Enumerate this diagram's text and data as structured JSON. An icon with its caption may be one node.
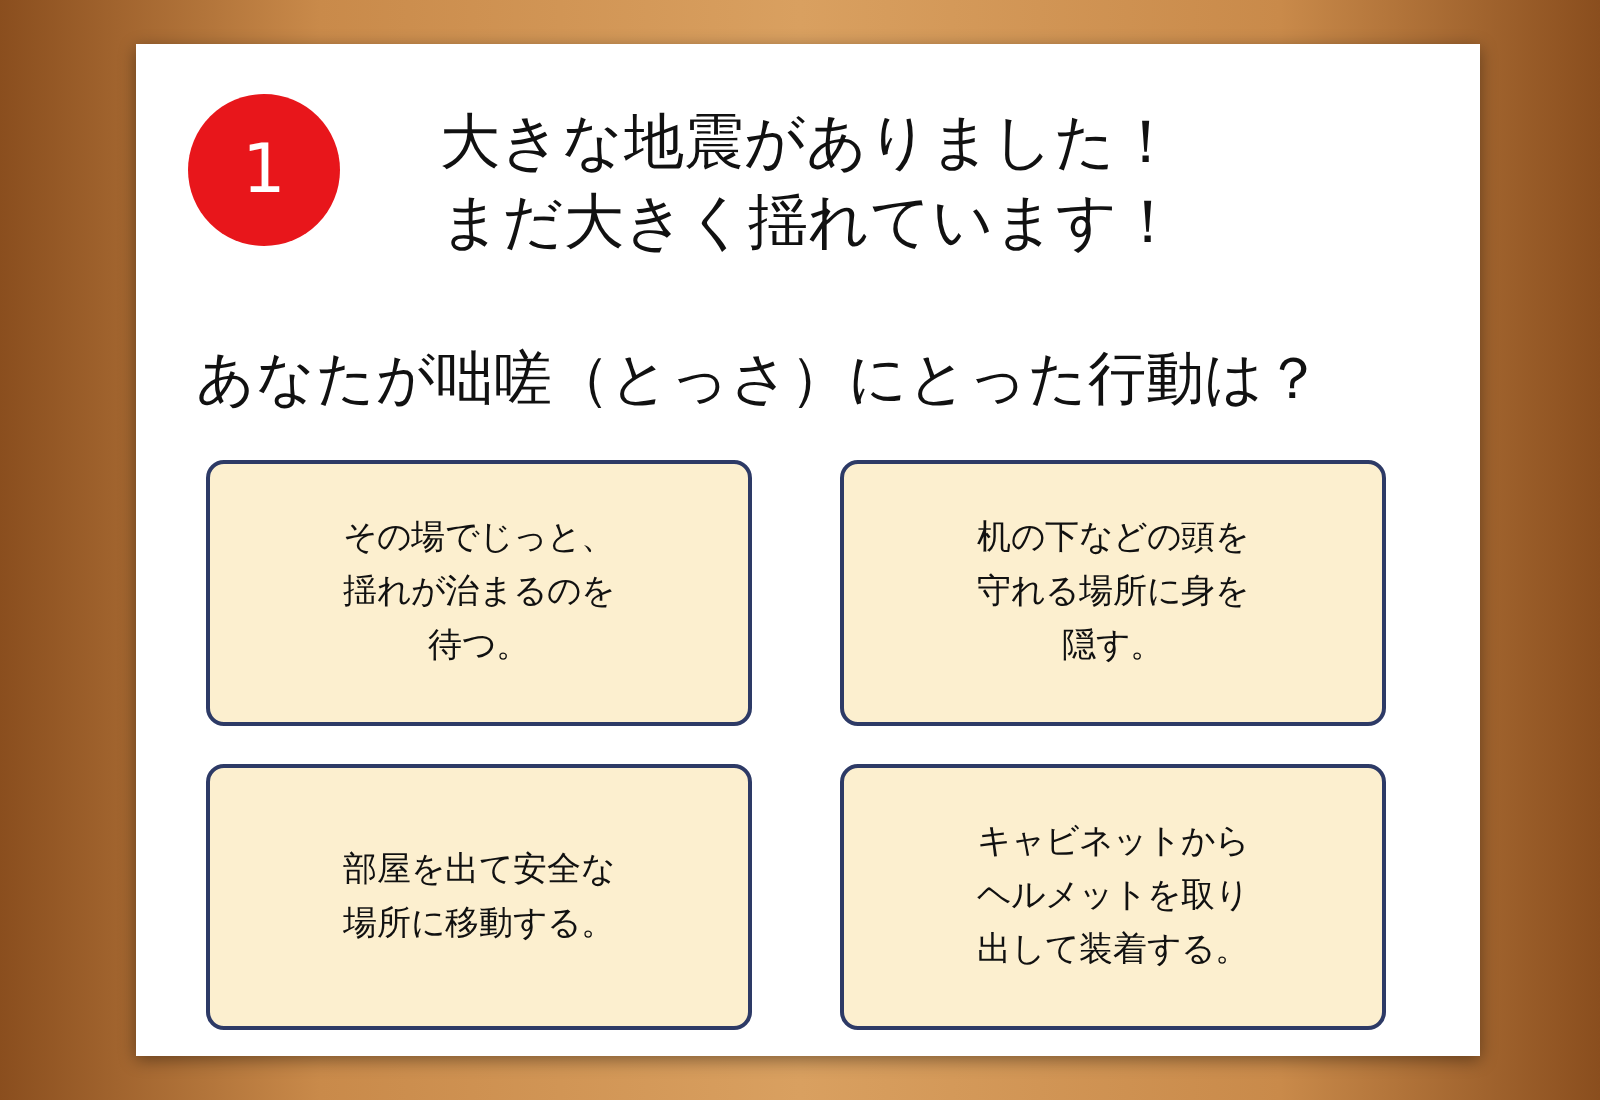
{
  "diagram": {
    "title": "大きな地震がありました！まだ大きく揺れています！",
    "nodes": [
      {
        "text": [
          "1"
        ]
      },
      {
        "text": [
          "その場でじっと、揺れが治まるのを待つ。"
        ]
      },
      {
        "text": [
          "机の下などの頭を守れる場所に身を隠す。"
        ]
      },
      {
        "text": [
          "部屋を出て安全な場所に移動する。"
        ]
      },
      {
        "text": [
          "キャビネットからヘルメットを取り出して装着する。"
        ]
      }
    ],
    "labels": [
      "あなたが咄嗟（とっさ）にとった行動は？"
    ]
  }
}
